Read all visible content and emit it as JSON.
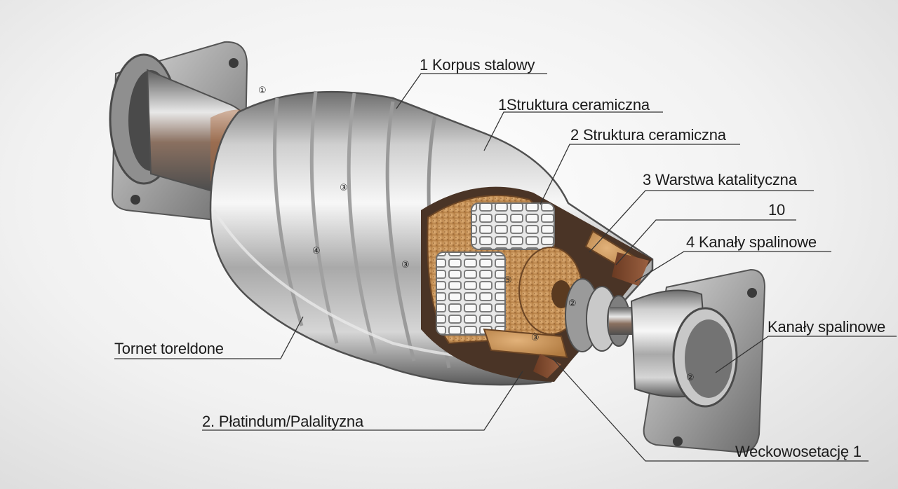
{
  "labels": {
    "korpus": "1 Korpus stalowy",
    "struktura1": "1Struktura ceramiczna",
    "struktura2": "2 Struktura ceramiczna",
    "warstwa": "3 Warstwa katalityczna",
    "ten": "10",
    "kanaly4": "4 Kanały spalinowe",
    "kanaly": "Kanały spalinowe",
    "tornet": "Tornet toreldone",
    "platindum": "2. Płatindum/Palalityzna",
    "weckowo": "Weckowosetację 1"
  },
  "markers": {
    "m1": "①",
    "m3a": "③",
    "m4": "④",
    "m3b": "③",
    "m5": "⑤",
    "m3c": "③",
    "m2a": "②",
    "m2b": "②"
  },
  "colors": {
    "steel_light": "#f2f2f2",
    "steel_mid": "#b7b7b7",
    "steel_dark": "#5f5f5f",
    "ceramic": "#c89a5c",
    "ceramic_dark": "#8a5a2a",
    "rust": "#7a4a2e",
    "leader": "#333333"
  }
}
